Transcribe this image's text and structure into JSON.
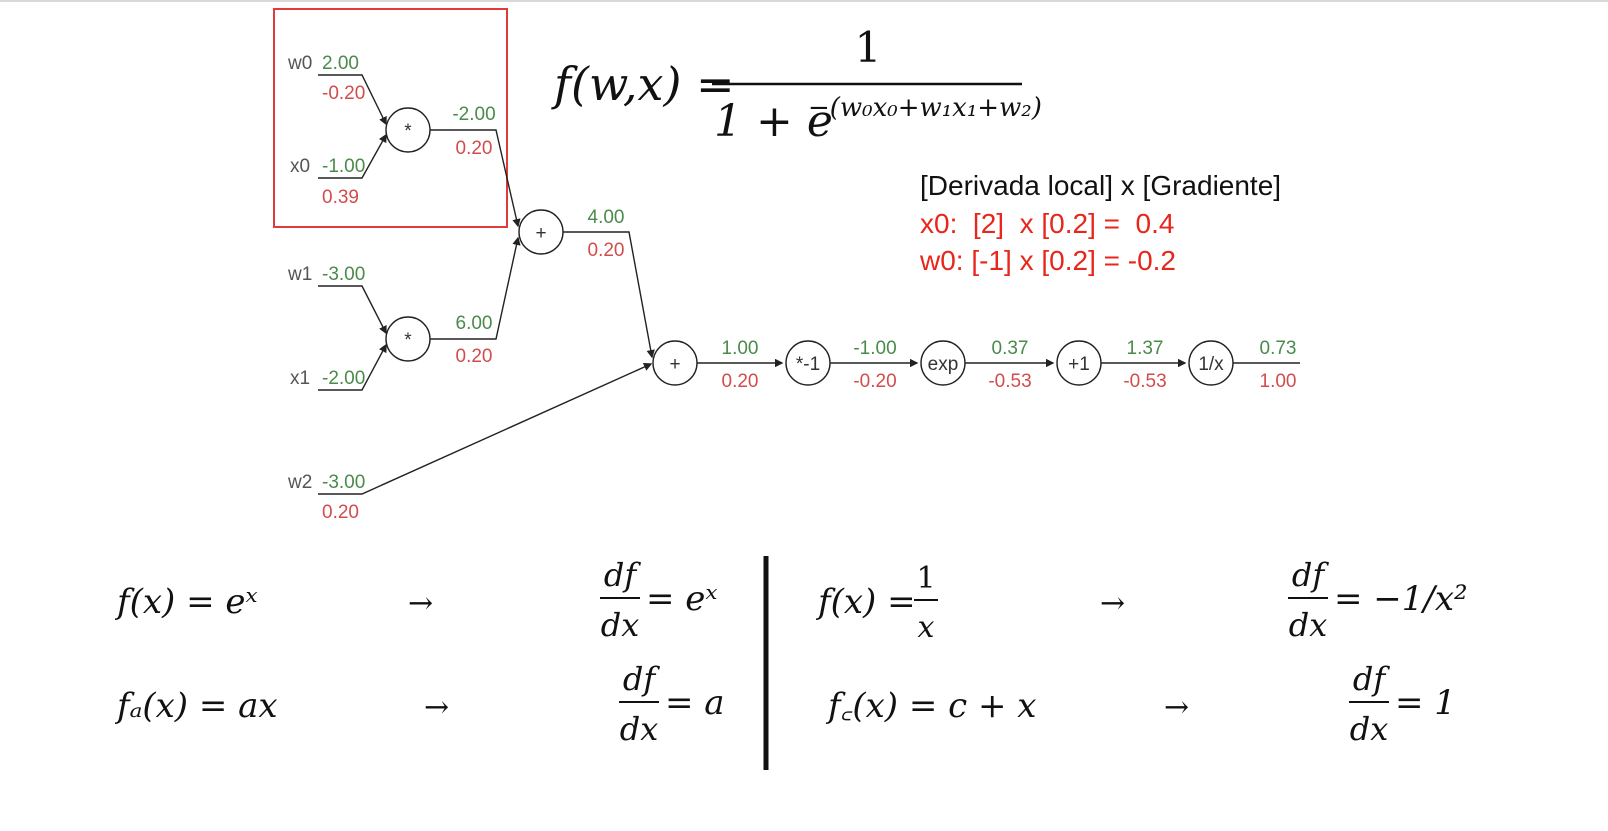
{
  "diagram": {
    "inputs": [
      {
        "name": "w0",
        "forward": "2.00",
        "grad": "-0.20"
      },
      {
        "name": "x0",
        "forward": "-1.00",
        "grad": "0.39"
      },
      {
        "name": "w1",
        "forward": "-3.00",
        "grad": ""
      },
      {
        "name": "x1",
        "forward": "-2.00",
        "grad": ""
      },
      {
        "name": "w2",
        "forward": "-3.00",
        "grad": "0.20"
      }
    ],
    "nodes": [
      {
        "id": "mul0",
        "op": "*",
        "out_forward": "-2.00",
        "out_grad": "0.20"
      },
      {
        "id": "mul1",
        "op": "*",
        "out_forward": "6.00",
        "out_grad": "0.20"
      },
      {
        "id": "add0",
        "op": "+",
        "out_forward": "4.00",
        "out_grad": "0.20"
      },
      {
        "id": "add1",
        "op": "+",
        "out_forward": "1.00",
        "out_grad": "0.20"
      },
      {
        "id": "neg",
        "op": "*-1",
        "out_forward": "-1.00",
        "out_grad": "-0.20"
      },
      {
        "id": "exp",
        "op": "exp",
        "out_forward": "0.37",
        "out_grad": "-0.53"
      },
      {
        "id": "plus1",
        "op": "+1",
        "out_forward": "1.37",
        "out_grad": "-0.53"
      },
      {
        "id": "recip",
        "op": "1/x",
        "out_forward": "0.73",
        "out_grad": "1.00"
      }
    ],
    "colors": {
      "forward": "#4a8a4a",
      "grad": "#d24c4c",
      "highlight": "#e03a3a",
      "note": "#e8261b"
    }
  },
  "formula": {
    "lhs": "f(w,x) =",
    "numerator": "1",
    "denom_base": "1 + e",
    "denom_exp": "−(w₀x₀+w₁x₁+w₂)"
  },
  "note": {
    "title": "[Derivada local] x [Gradiente]",
    "line1": "x0:  [2]  x [0.2] =  0.4",
    "line2": "w0: [-1] x [0.2] = -0.2"
  },
  "rules": [
    {
      "f": "f(x) = eˣ",
      "arrow": "→",
      "d_num": "df",
      "d_den": "dx",
      "d_rhs": "= eˣ"
    },
    {
      "f": "fₐ(x) = ax",
      "arrow": "→",
      "d_num": "df",
      "d_den": "dx",
      "d_rhs": "= a"
    },
    {
      "f_lhs": "f(x) =",
      "f_num": "1",
      "f_den": "x",
      "arrow": "→",
      "d_num": "df",
      "d_den": "dx",
      "d_rhs": "= −1/x²"
    },
    {
      "f": "f꜀(x) = c + x",
      "arrow": "→",
      "d_num": "df",
      "d_den": "dx",
      "d_rhs": "= 1"
    }
  ]
}
